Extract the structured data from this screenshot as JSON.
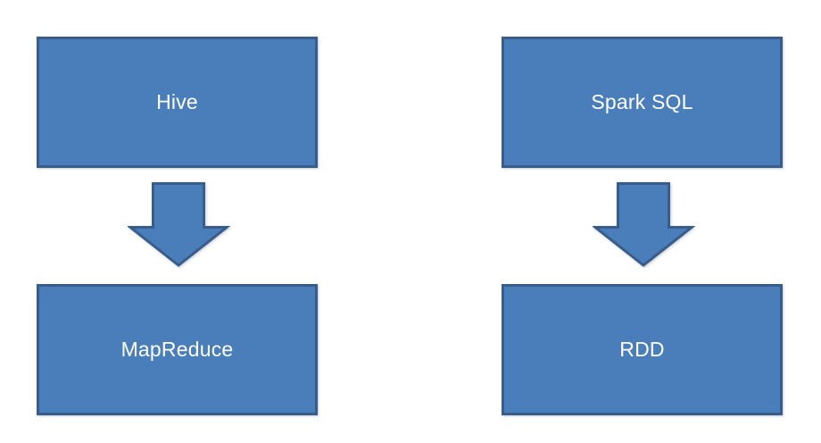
{
  "diagram": {
    "background_color": "#ffffff",
    "shape_fill_color": "#4a7ebb",
    "shape_border_color": "#385d8a",
    "label_color": "#ffffff",
    "columns": [
      {
        "name": "hive-mapreduce-flow",
        "source": {
          "label": "Hive"
        },
        "connector": {
          "icon": "down-arrow-icon"
        },
        "target": {
          "label": "MapReduce"
        }
      },
      {
        "name": "sparksql-rdd-flow",
        "source": {
          "label": "Spark SQL"
        },
        "connector": {
          "icon": "down-arrow-icon"
        },
        "target": {
          "label": "RDD"
        }
      }
    ]
  }
}
